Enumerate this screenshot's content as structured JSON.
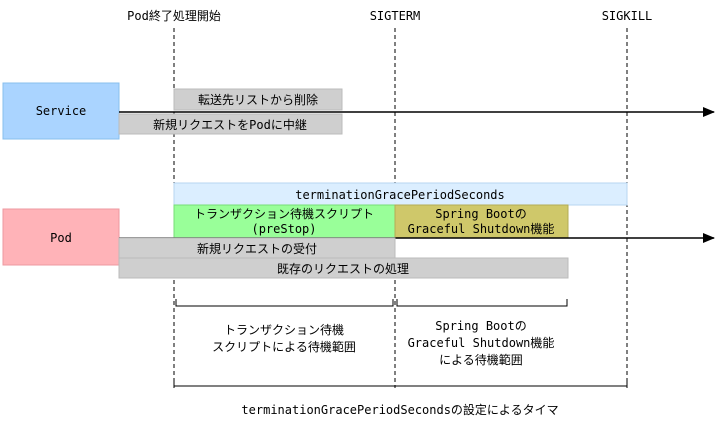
{
  "markers": {
    "pod_termination_start": "Pod終了処理開始",
    "sigterm": "SIGTERM",
    "sigkill": "SIGKILL"
  },
  "lanes": {
    "service": "Service",
    "pod": "Pod"
  },
  "service_bars": {
    "remove_destination": "転送先リストから削除",
    "relay_new_requests": "新規リクエストをPodに中継"
  },
  "pod_bars": {
    "grace_period": "terminationGracePeriodSeconds",
    "transaction_wait_line1": "トランザクション待機スクリプト",
    "transaction_wait_line2": "(preStop)",
    "spring_shutdown_line1": "Spring Bootの",
    "spring_shutdown_line2": "Graceful Shutdown機能",
    "accept_new_requests": "新規リクエストの受付",
    "process_existing_requests": "既存のリクエストの処理"
  },
  "ranges": {
    "script_range_line1": "トランザクション待機",
    "script_range_line2": "スクリプトによる待機範囲",
    "spring_range_line1": "Spring Bootの",
    "spring_range_line2": "Graceful Shutdown機能",
    "spring_range_line3": "による待機範囲",
    "timer": "terminationGracePeriodSecondsの設定によるタイマ"
  },
  "colors": {
    "service_box": "#aad4ff",
    "pod_box": "#ffb3b8",
    "grace_period_bar": "#dbeeff",
    "transaction_bar": "#99ff99",
    "spring_bar": "#cfc86a",
    "gray_bar": "#cfcfcf"
  }
}
